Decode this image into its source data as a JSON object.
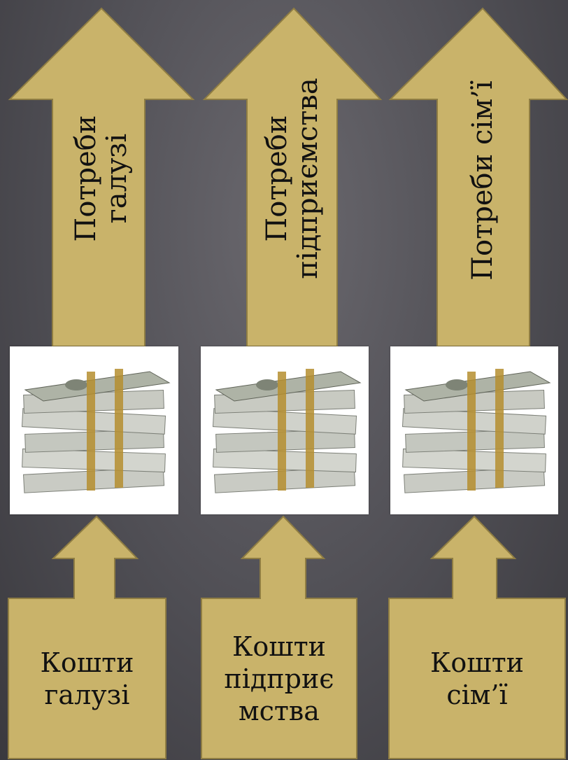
{
  "colors": {
    "arrow_fill": "#c9b36a",
    "arrow_stroke": "#8f7d43",
    "background": "#55545a"
  },
  "top_arrows": [
    {
      "line1": "Потреби",
      "line2": "галузі"
    },
    {
      "line1": "Потреби",
      "line2": "підприємства"
    },
    {
      "line1": "Потреби сім’ї",
      "line2": ""
    }
  ],
  "money_images": [
    {
      "icon": "money-stack-icon"
    },
    {
      "icon": "money-stack-icon"
    },
    {
      "icon": "money-stack-icon"
    }
  ],
  "bottom_arrows": [
    {
      "line1": "Кошти",
      "line2": "галузі",
      "line3": ""
    },
    {
      "line1": "Кошти",
      "line2": "підприє",
      "line3": "мства"
    },
    {
      "line1": "Кошти",
      "line2": "сім’ї",
      "line3": ""
    }
  ]
}
